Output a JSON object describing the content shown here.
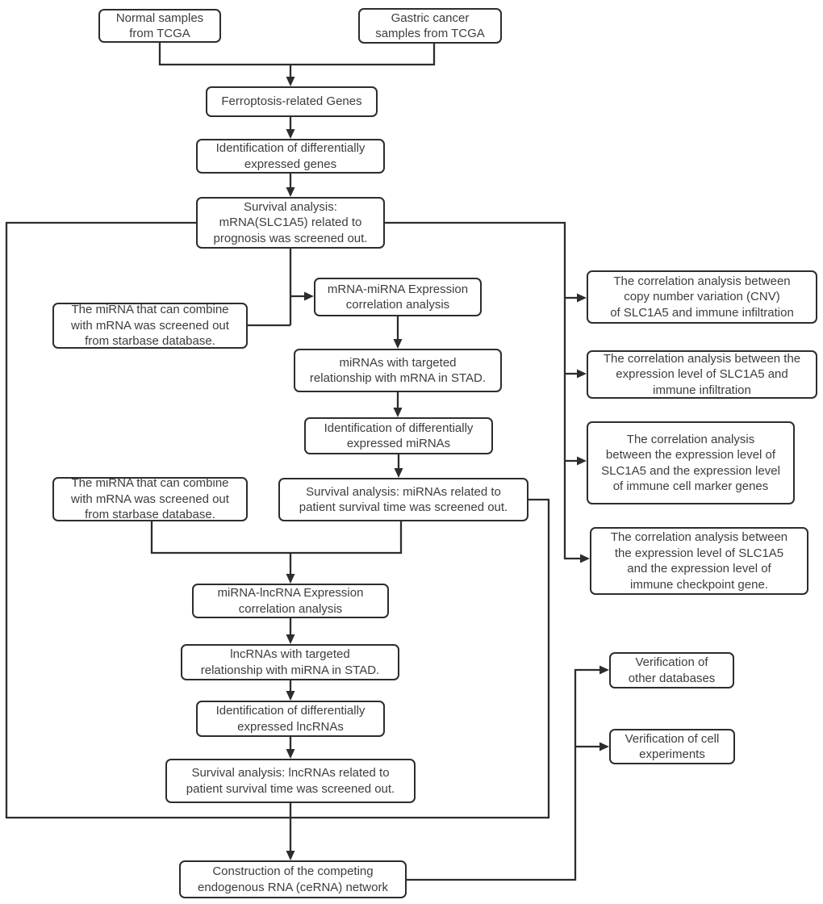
{
  "diagram_title": "Flowchart of ceRNA network study",
  "colors": {
    "line": "#2d2d2d",
    "text": "#3d3d3d",
    "background": "#ffffff"
  },
  "nodes": {
    "normal_samples": {
      "label": "Normal samples\nfrom TCGA"
    },
    "gastric_samples": {
      "label": "Gastric cancer\nsamples from TCGA"
    },
    "ferroptosis_genes": {
      "label": "Ferroptosis-related Genes"
    },
    "ident_genes": {
      "label": "Identification of differentially\nexpressed genes"
    },
    "survival_mrna": {
      "label": "Survival analysis:\nmRNA(SLC1A5) related to\nprognosis was screened out."
    },
    "mrna_mirna": {
      "label": "mRNA-miRNA Expression\ncorrelation analysis"
    },
    "starbase_1": {
      "label": "The miRNA that can combine\nwith mRNA was screened out\nfrom starbase database."
    },
    "mirnas_stad": {
      "label": "miRNAs with targeted\nrelationship with mRNA in STAD."
    },
    "ident_mirnas": {
      "label": "Identification of differentially\nexpressed miRNAs"
    },
    "starbase_2": {
      "label": "The miRNA that can combine\nwith mRNA was screened out\nfrom starbase database."
    },
    "survival_mirna": {
      "label": "Survival analysis: miRNAs related to\npatient survival time was screened out."
    },
    "mirna_lncrna": {
      "label": "miRNA-lncRNA Expression\ncorrelation analysis"
    },
    "lncrnas_stad": {
      "label": "lncRNAs with targeted\nrelationship with miRNA in STAD."
    },
    "ident_lncrnas": {
      "label": "Identification of differentially\nexpressed lncRNAs"
    },
    "survival_lncrna": {
      "label": "Survival analysis: lncRNAs related to\npatient survival time was screened out."
    },
    "cerna": {
      "label": "Construction of the competing\nendogenous RNA (ceRNA) network"
    },
    "corr_cnv": {
      "label": "The correlation analysis between\ncopy number variation (CNV)\nof SLC1A5 and immune infiltration"
    },
    "corr_expr": {
      "label": "The correlation analysis between the\nexpression level of SLC1A5 and\nimmune infiltration"
    },
    "corr_marker": {
      "label": "The correlation analysis\nbetween the expression level of\nSLC1A5 and the expression level\nof immune cell marker genes"
    },
    "corr_checkpoint": {
      "label": "The correlation analysis between\nthe expression level of SLC1A5\nand the expression level of\nimmune checkpoint gene."
    },
    "verif_db": {
      "label": "Verification of\nother databases"
    },
    "verif_cell": {
      "label": "Verification of cell\nexperiments"
    }
  }
}
